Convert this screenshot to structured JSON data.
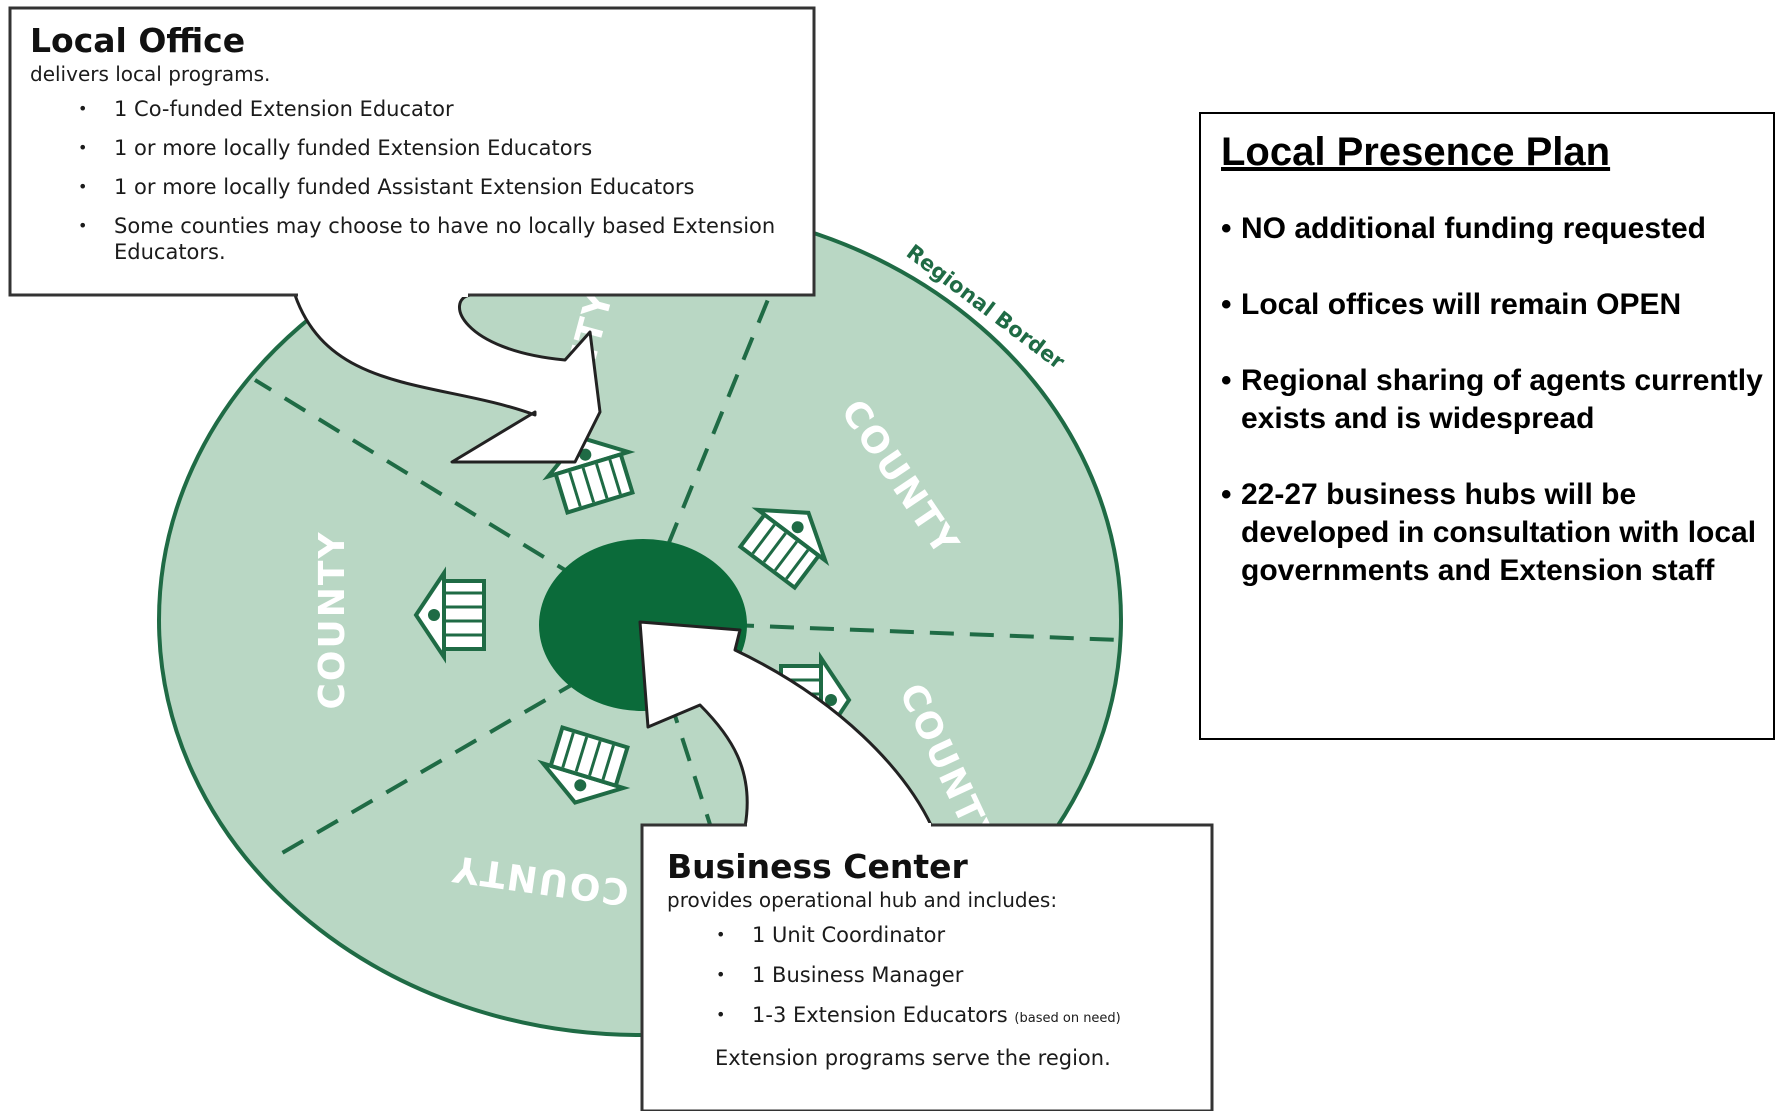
{
  "diagram": {
    "county_label": "COUNTY",
    "border_label": "Regional Border",
    "colors": {
      "region_fill": "#b9d7c4",
      "border_stroke": "#1f6b45",
      "hub_fill": "#0b6b3a",
      "divider": "#1f6b45"
    },
    "icons": [
      "local-office-building-icon",
      "business-center-hub-icon",
      "callout-arrow-icon"
    ]
  },
  "local_office": {
    "title": "Local Office",
    "subtitle": "delivers local programs.",
    "items": [
      "1 Co-funded Extension Educator",
      "1 or more locally funded Extension Educators",
      "1 or more locally funded Assistant Extension Educators",
      "Some counties may choose to have no locally based Extension Educators."
    ]
  },
  "business_center": {
    "title": "Business Center",
    "subtitle": "provides operational hub and includes:",
    "items": [
      "1 Unit Coordinator",
      "1 Business Manager",
      "1-3 Extension Educators"
    ],
    "item_note": "(based on need)",
    "footer": "Extension programs serve the region."
  },
  "plan": {
    "title": "Local Presence Plan",
    "items": [
      "NO additional funding requested",
      "Local offices will remain OPEN",
      "Regional sharing of agents currently exists and is widespread",
      "22-27 business hubs will be developed in consultation with local governments and Extension staff"
    ]
  }
}
